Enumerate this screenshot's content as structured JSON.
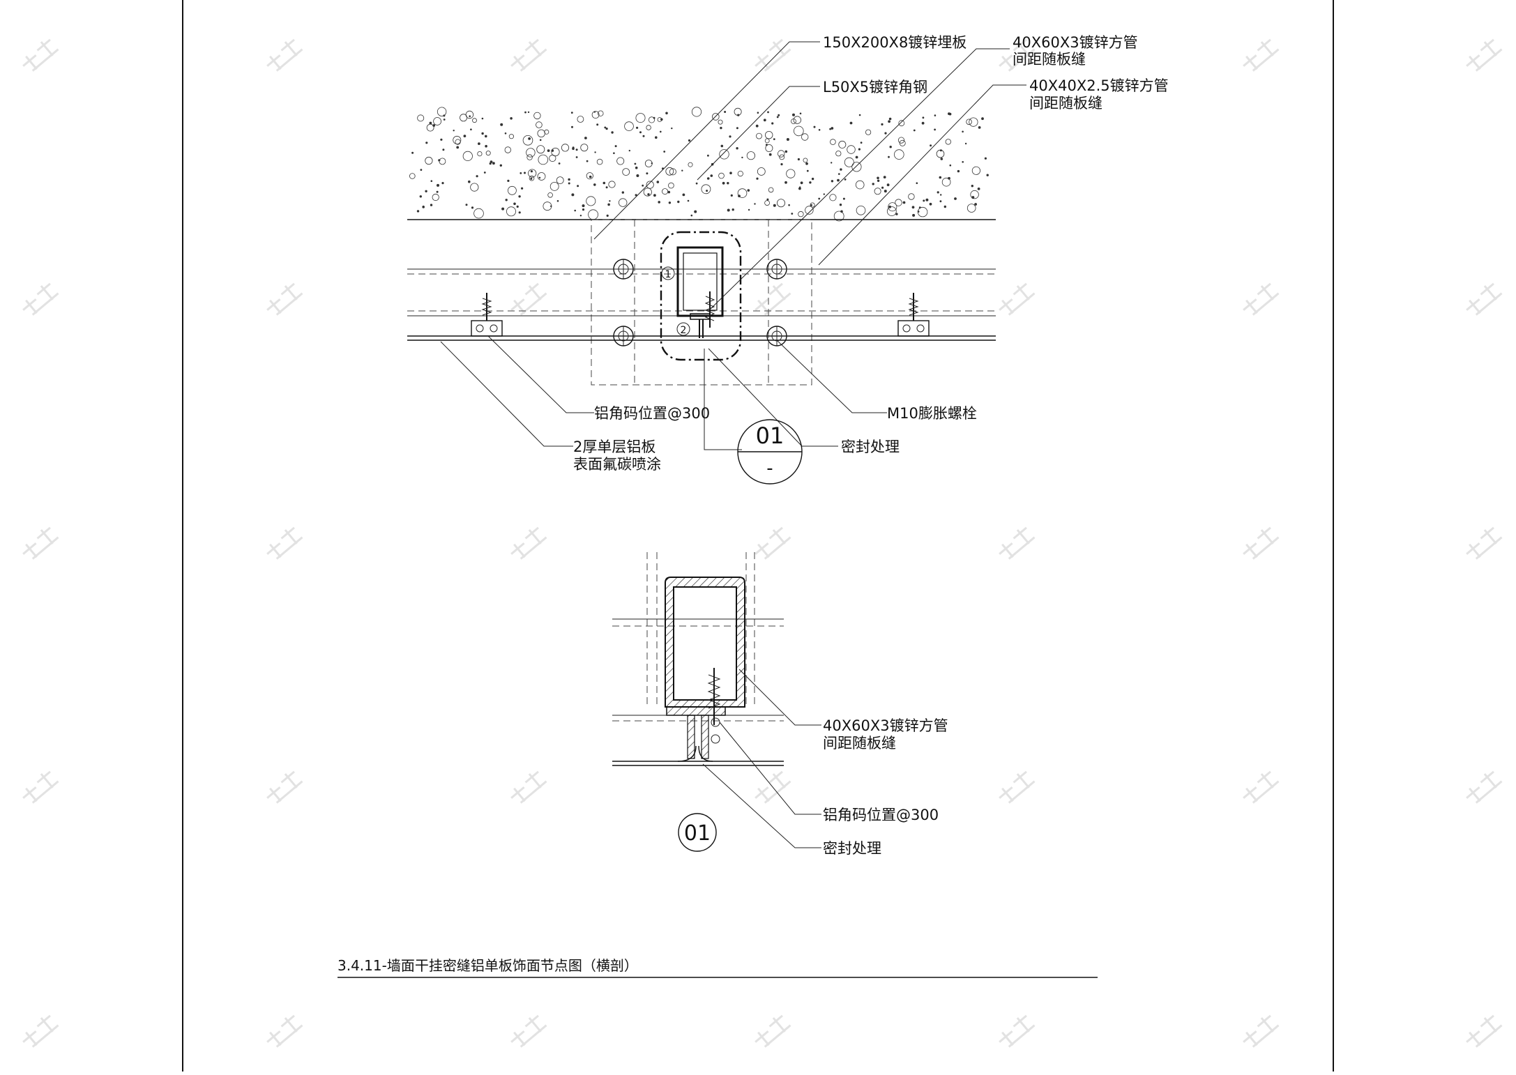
{
  "upper": {
    "callouts": [
      {
        "line1": "150X200X8镀锌埋板",
        "line2": ""
      },
      {
        "line1": "40X60X3镀锌方管",
        "line2": "间距随板缝"
      },
      {
        "line1": "L50X5镀锌角钢",
        "line2": ""
      },
      {
        "line1": "40X40X2.5镀锌方管",
        "line2": "间距随板缝"
      },
      {
        "line1": "铝角码位置@300",
        "line2": ""
      },
      {
        "line1": "M10膨胀螺栓",
        "line2": ""
      },
      {
        "line1": "2厚单层铝板",
        "line2": "表面氟碳喷涂"
      },
      {
        "line1": "密封处理",
        "line2": ""
      }
    ],
    "markers": [
      "1",
      "2"
    ],
    "section_tag": {
      "number": "01",
      "sheet": "-"
    }
  },
  "detail": {
    "callouts": [
      {
        "line1": "40X60X3镀锌方管",
        "line2": "间距随板缝"
      },
      {
        "line1": "铝角码位置@300",
        "line2": ""
      },
      {
        "line1": "密封处理",
        "line2": ""
      }
    ],
    "tag": "01"
  },
  "caption": "3.4.11-墙面干挂密缝铝单板饰面节点图（横剖）"
}
